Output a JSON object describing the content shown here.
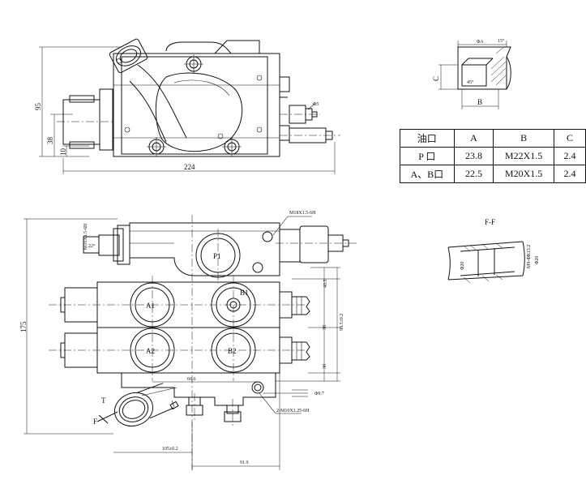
{
  "top_view": {
    "dim_height": "95",
    "dim_38": "38",
    "dim_10": "10",
    "dim_width": "224",
    "thread_label": "Φ5"
  },
  "detail_c": {
    "label_phi_a": "ΦA",
    "label_angle_top": "15°",
    "label_angle_bottom": "45°",
    "label_c": "C",
    "label_b": "B"
  },
  "port_table": {
    "headers": [
      "油口",
      "A",
      "B",
      "C"
    ],
    "rows": [
      [
        "P 口",
        "23.8",
        "M22X1.5",
        "2.4"
      ],
      [
        "A、B口",
        "22.5",
        "M20X1.5",
        "2.4"
      ]
    ]
  },
  "section_ff": {
    "title": "F-F",
    "label_left": "Φ20",
    "label_right_1": "M9-ΦR13.2",
    "label_right_2": "Φ20"
  },
  "front_view": {
    "dim_height": "175",
    "dim_405": "40.5",
    "dim_38": "38",
    "dim_985": "98.5±0.2",
    "dim_30": "30",
    "dim_666": "66.6",
    "dim_105": "105±0.2",
    "dim_919": "91.9",
    "dim_7": "Φ9.7",
    "port_p": "P1",
    "port_a1": "A1",
    "port_b1": "B1",
    "port_a2": "A2",
    "port_b2": "B2",
    "label_t": "T",
    "label_f": "F",
    "angle_22": "22°",
    "note_left": "M10X1.5-6H",
    "note_top": "M18X1.5-6H",
    "note_bottom": "2-M10X1.25-6H"
  }
}
